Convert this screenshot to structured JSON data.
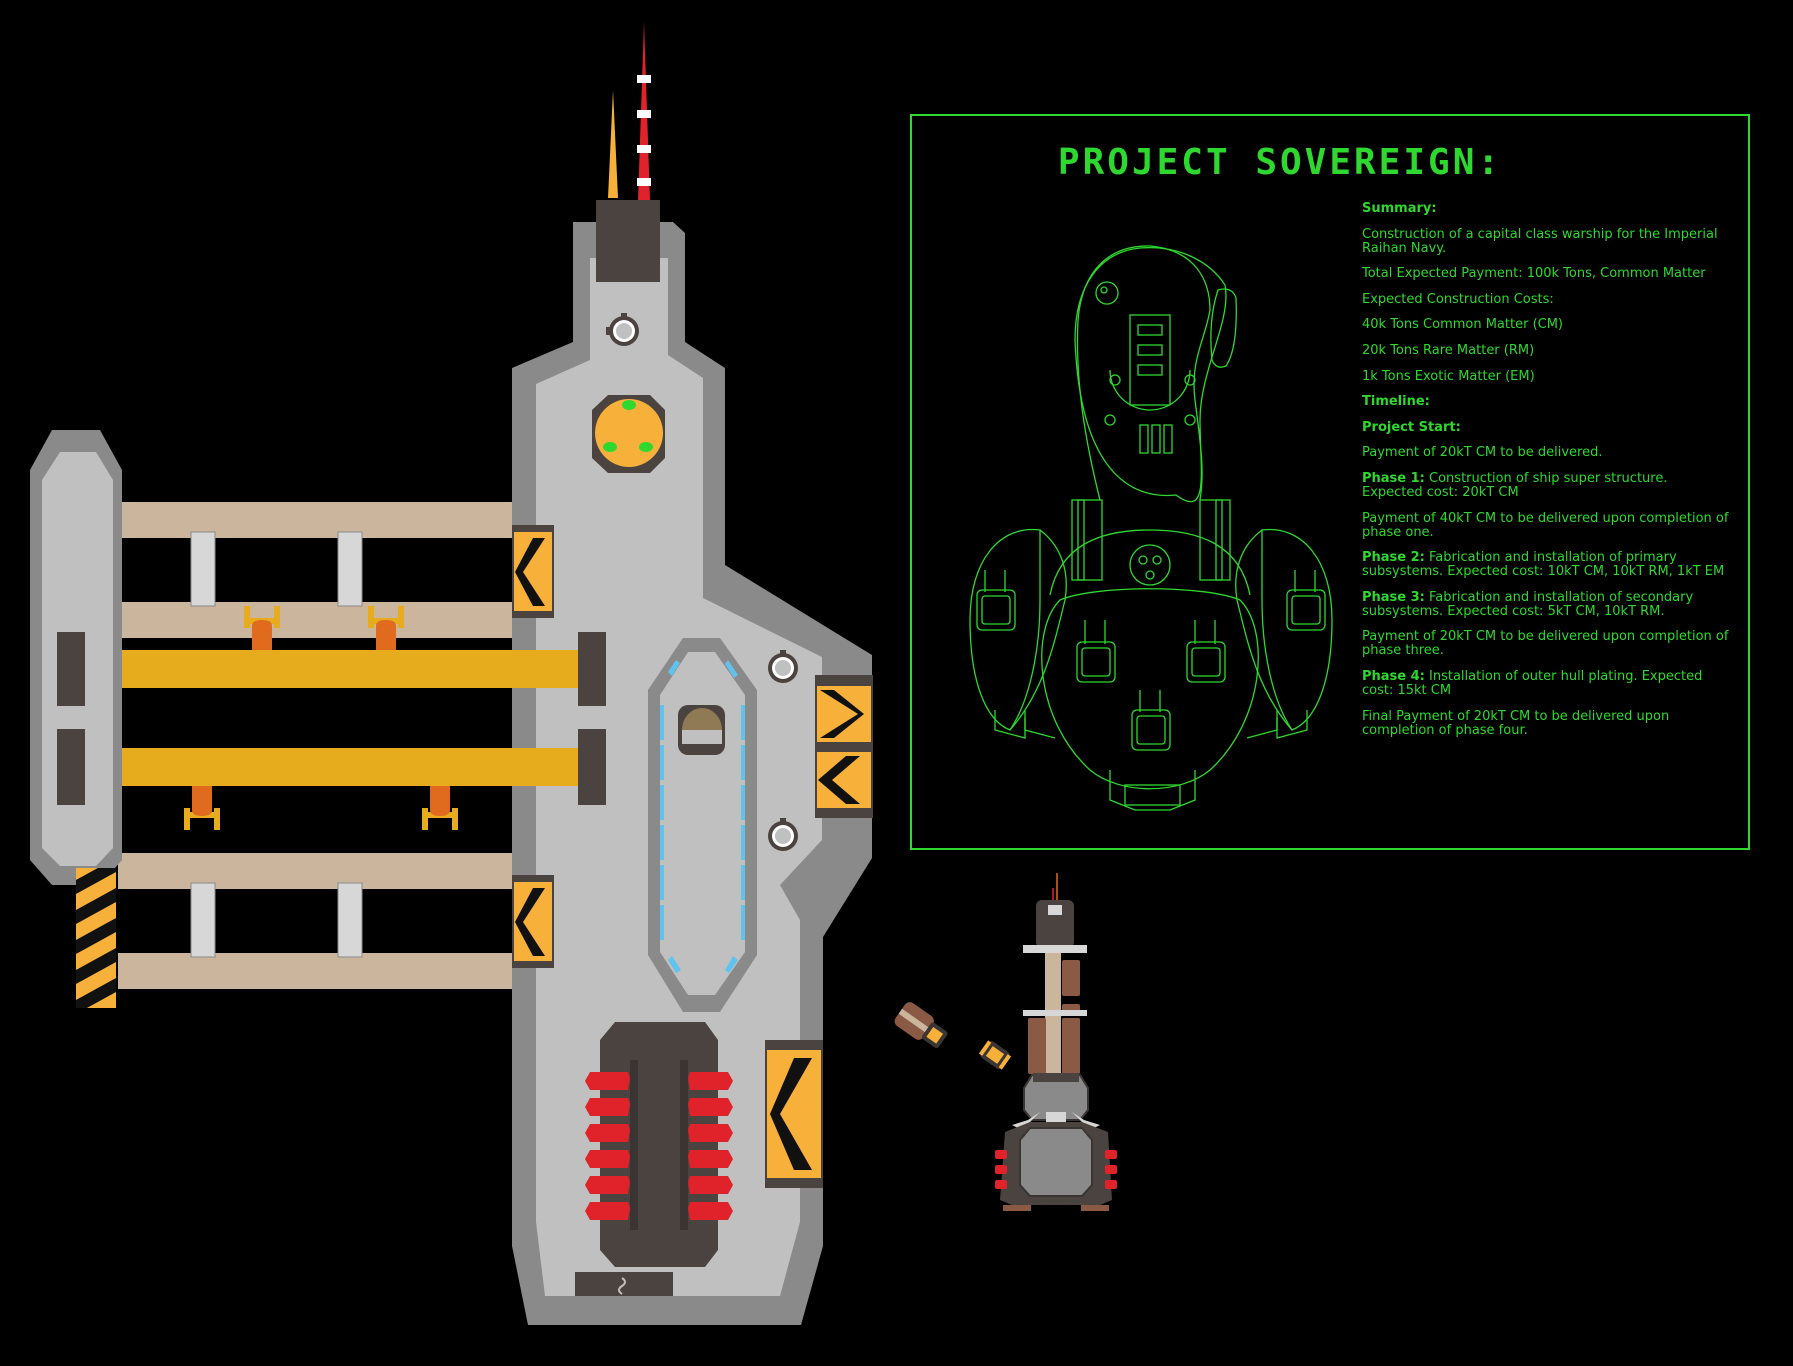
{
  "panel": {
    "title": "PROJECT SOVEREIGN:",
    "accent_color": "#2ed82e",
    "entries": [
      {
        "bold": "Summary:",
        "text": ""
      },
      {
        "bold": "",
        "text": "Construction of a capital class warship for the Imperial Raihan Navy."
      },
      {
        "bold": "",
        "text": "Total Expected Payment: 100k Tons, Common Matter"
      },
      {
        "bold": "",
        "text": "Expected Construction Costs:"
      },
      {
        "bold": "",
        "text": "40k Tons Common Matter (CM)"
      },
      {
        "bold": "",
        "text": "20k Tons Rare Matter (RM)"
      },
      {
        "bold": "",
        "text": "1k Tons Exotic Matter (EM)"
      },
      {
        "bold": "Timeline:",
        "text": ""
      },
      {
        "bold": "Project Start:",
        "text": ""
      },
      {
        "bold": "",
        "text": "Payment of 20kT CM to be delivered."
      },
      {
        "bold": "Phase 1:",
        "text": " Construction of ship super structure. Expected cost: 20kT CM"
      },
      {
        "bold": "",
        "text": "Payment of 40kT CM to be delivered upon completion of phase one."
      },
      {
        "bold": "Phase 2:",
        "text": " Fabrication and installation of primary subsystems. Expected cost: 10kT CM, 10kT RM, 1kT EM"
      },
      {
        "bold": "Phase 3:",
        "text": " Fabrication and installation of secondary subsystems. Expected cost: 5kT CM, 10kT RM."
      },
      {
        "bold": "",
        "text": "Payment of 20kT CM to be delivered upon completion of phase three."
      },
      {
        "bold": "Phase 4:",
        "text": " Installation of outer hull plating. Expected cost: 15kt CM"
      },
      {
        "bold": "",
        "text": "Final Payment of 20kT CM to be delivered upon completion of phase four."
      }
    ]
  },
  "colors": {
    "hull_outer": "#8a8a8a",
    "hull_inner": "#c0c0c0",
    "dark_block": "#4a4340",
    "beam_yellow": "#e6ac1e",
    "tan_rail": "#cbb59c",
    "hazard_orange": "#f7b03a",
    "thruster_red": "#e0222a",
    "window_blue": "#5fc3ee"
  }
}
